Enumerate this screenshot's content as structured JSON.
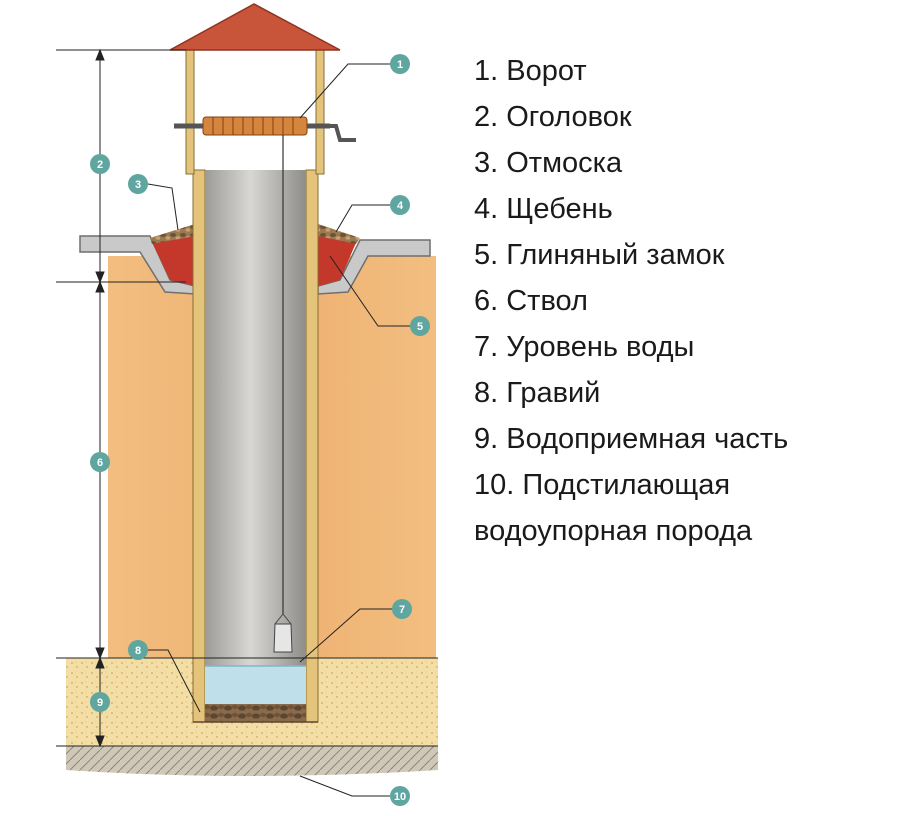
{
  "markers": [
    "1",
    "2",
    "3",
    "4",
    "5",
    "6",
    "7",
    "8",
    "9",
    "10"
  ],
  "legend": {
    "items": [
      "1. Ворот",
      "2. Оголовок",
      "3. Отмоска",
      "4. Щебень",
      "5. Глиняный замок",
      "6. Ствол",
      "7. Уровень воды",
      "8. Гравий",
      "9. Водоприемная часть",
      "10. Подстилающая"
    ],
    "item10_continuation": "водоупорная порода"
  },
  "colors": {
    "roof": "#c8553a",
    "posts": "#e3c47a",
    "soil": "#f0b878",
    "sand": "#f3dfa6",
    "shaft": "#b9b8b4",
    "water": "#bfe0ea",
    "clay": "#c4372b",
    "blind_area": "#c9c9c9",
    "marker": "#5fa5a0",
    "bedrock": "#bdb6a6"
  }
}
